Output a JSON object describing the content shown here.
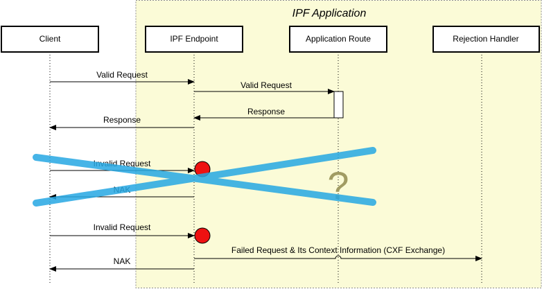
{
  "diagram": {
    "title": "IPF Application",
    "participants": {
      "client": "Client",
      "endpoint": "IPF Endpoint",
      "route": "Application Route",
      "rejection": "Rejection Handler"
    },
    "messages": {
      "m1": "Valid Request",
      "m2": "Valid Request",
      "m3": "Response",
      "m4": "Response",
      "m5": "Invalid Request",
      "m6": "NAK",
      "m7": "Invalid Request",
      "m8": "Failed Request & Its Context Information (CXF Exchange)",
      "m9": "NAK"
    },
    "question_mark": "?",
    "colors": {
      "region_fill": "#fbfbd7",
      "cross": "#26a8e3",
      "error_dot": "#ee1111",
      "question": "#a19c63"
    }
  }
}
